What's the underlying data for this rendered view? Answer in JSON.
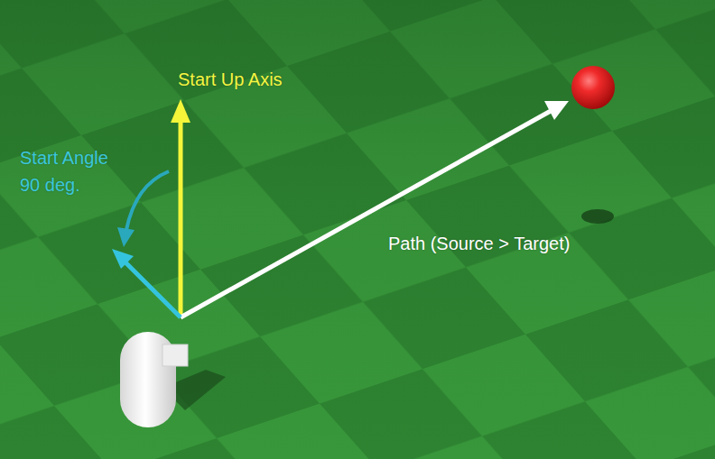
{
  "diagram": {
    "labels": [
      "Start Up Axis",
      "Start Angle 90 deg.",
      "Path (Source > Target)"
    ]
  }
}
